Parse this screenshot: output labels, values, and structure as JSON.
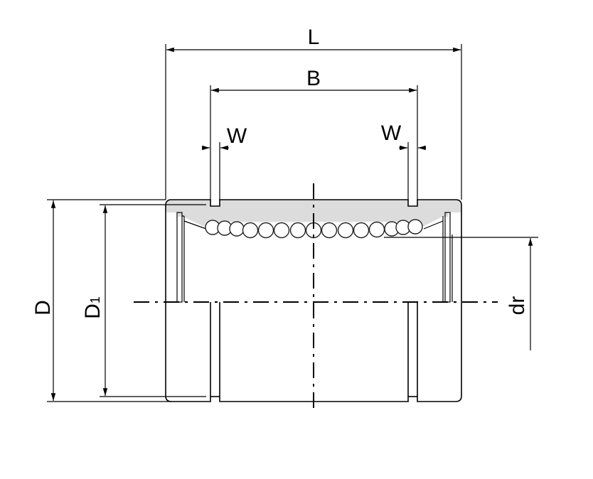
{
  "labels": {
    "length": "L",
    "groove_span": "B",
    "groove_width_left": "W",
    "groove_width_right": "W",
    "outer_diameter": "D",
    "groove_diameter": "D",
    "groove_diameter_sub": "1",
    "shaft_diameter": "dr"
  },
  "colors": {
    "shaded_section": "#dcdcdc",
    "line": "#000000"
  }
}
